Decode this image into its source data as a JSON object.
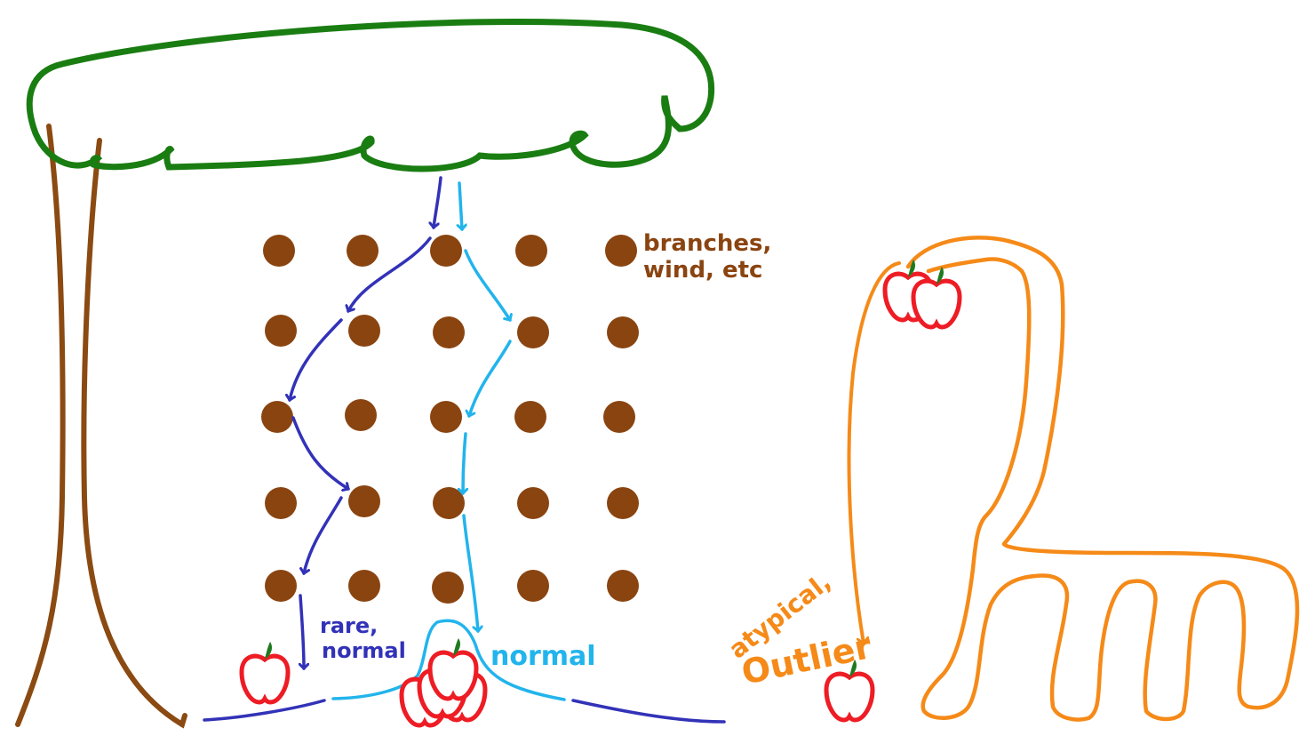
{
  "labels": {
    "branches_line1": "branches,",
    "branches_line2": "wind, etc",
    "rare_line1": "rare,",
    "rare_line2": "normal",
    "normal": "normal",
    "atypical": "atypical,",
    "outlier": "Outlier"
  },
  "colors": {
    "canopy": "#1a7d12",
    "trunk": "#8a4a12",
    "peg": "#8a4410",
    "path_rare": "#3232b8",
    "path_normal": "#22b4ec",
    "outlier": "#f58a18",
    "apple": "#ee1c24",
    "apple_leaf": "#1f7a1f",
    "ground": "#3232b8"
  },
  "diagram": {
    "peg_grid": {
      "rows": 5,
      "cols": 5
    },
    "apples_piled_at_center": 4,
    "apples_at_rare_position": 1,
    "apples_at_outlier_position": 1,
    "apples_in_outlier_tree": 2
  }
}
